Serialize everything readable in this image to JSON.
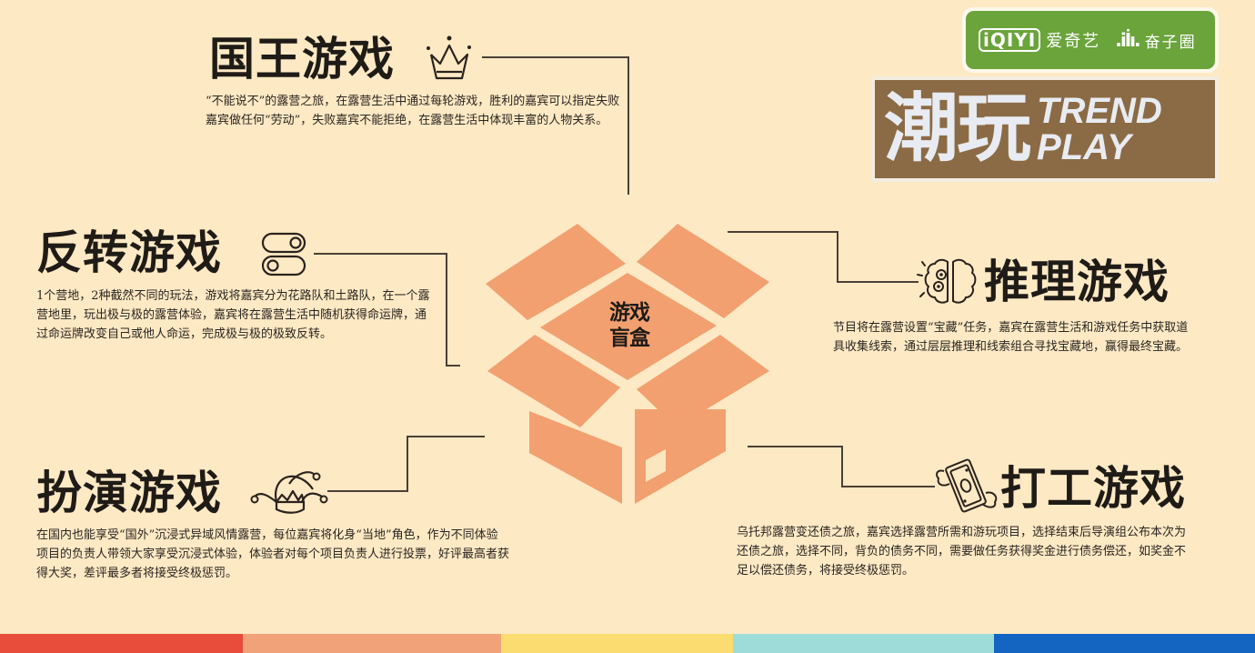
{
  "brand": {
    "platform_logo": "iQIYI",
    "platform_name": "爱奇艺",
    "studio_mark": ".iİı.",
    "studio_name": "奋子圈",
    "badge_color": "#6aa43b"
  },
  "show_title": {
    "cn": "潮玩",
    "en_line1": "TREND",
    "en_line2": "PLAY",
    "banner_color": "#8b6b45"
  },
  "center": {
    "label_line1": "游戏",
    "label_line2": "盲盒",
    "icon": "open-box-icon",
    "box_color": "#f2a070"
  },
  "sections": [
    {
      "id": "king",
      "title": "国王游戏",
      "icon": "crown-icon",
      "description": "“不能说不”的露营之旅，在露营生活中通过每轮游戏，胜利的嘉宾可以指定失败嘉宾做任何“劳动”，失败嘉宾不能拒绝，在露营生活中体现丰富的人物关系。"
    },
    {
      "id": "reversal",
      "title": "反转游戏",
      "icon": "toggle-switch-icon",
      "description": "1个营地，2种截然不同的玩法，游戏将嘉宾分为花路队和土路队，在一个露营地里，玩出极与极的露营体验，嘉宾将在露营生活中随机获得命运牌，通过命运牌改变自己或他人命运，完成极与极的极致反转。"
    },
    {
      "id": "reasoning",
      "title": "推理游戏",
      "icon": "brain-icon",
      "description": "节目将在露营设置“宝藏”任务，嘉宾在露营生活和游戏任务中获取道具收集线索，通过层层推理和线索组合寻找宝藏地，赢得最终宝藏。"
    },
    {
      "id": "roleplay",
      "title": "扮演游戏",
      "icon": "jester-hat-icon",
      "description": "在国内也能享受“国外”沉浸式异域风情露营，每位嘉宾将化身“当地”角色，作为不同体验项目的负责人带领大家享受沉浸式体验，体验者对每个项目负责人进行投票，好评最高者获得大奖，差评最多者将接受终极惩罚。"
    },
    {
      "id": "work",
      "title": "打工游戏",
      "icon": "flying-money-icon",
      "description": "乌托邦露营变还债之旅，嘉宾选择露营所需和游玩项目，选择结束后导演组公布本次为还债之旅，选择不同，背负的债务不同，需要做任务获得奖金进行债务偿还，如奖金不足以偿还债务，将接受终极惩罚。"
    }
  ],
  "color_strip": [
    "#e84c3a",
    "#f2a278",
    "#fbdc70",
    "#9edcd9",
    "#1465c2"
  ],
  "background_color": "#fde9c4"
}
